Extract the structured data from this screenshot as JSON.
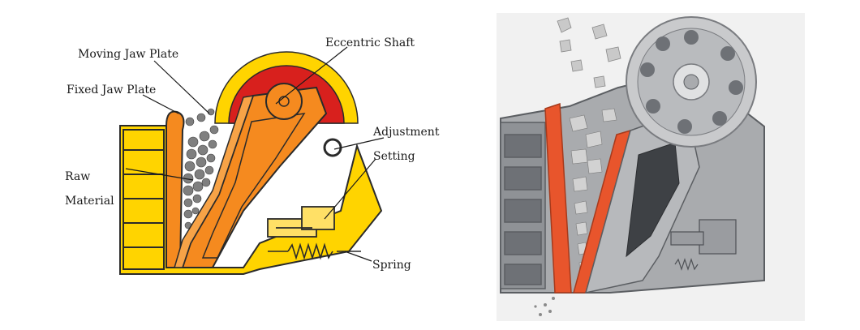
{
  "left_diagram": {
    "labels": {
      "moving_jaw_plate": "Moving Jaw Plate",
      "fixed_jaw_plate": "Fixed Jaw Plate",
      "eccentric_shaft": "Eccentric Shaft",
      "adjustment": "Adjustment",
      "setting": "Setting",
      "raw": "Raw",
      "material": "Material",
      "spring": "Spring"
    },
    "colors": {
      "frame_yellow": "#ffd400",
      "jaw_orange": "#f58a1f",
      "shaft_red": "#d8201d",
      "outline": "#2a2a2a",
      "rock_gray": "#7f7f7f"
    }
  },
  "right_render": {
    "colors": {
      "frame_gray": "#a9abae",
      "frame_dark": "#5b5e62",
      "jaw_plate_orange": "#e8552c",
      "flywheel": "#c9cacc",
      "background": "#f1f1f1"
    }
  }
}
